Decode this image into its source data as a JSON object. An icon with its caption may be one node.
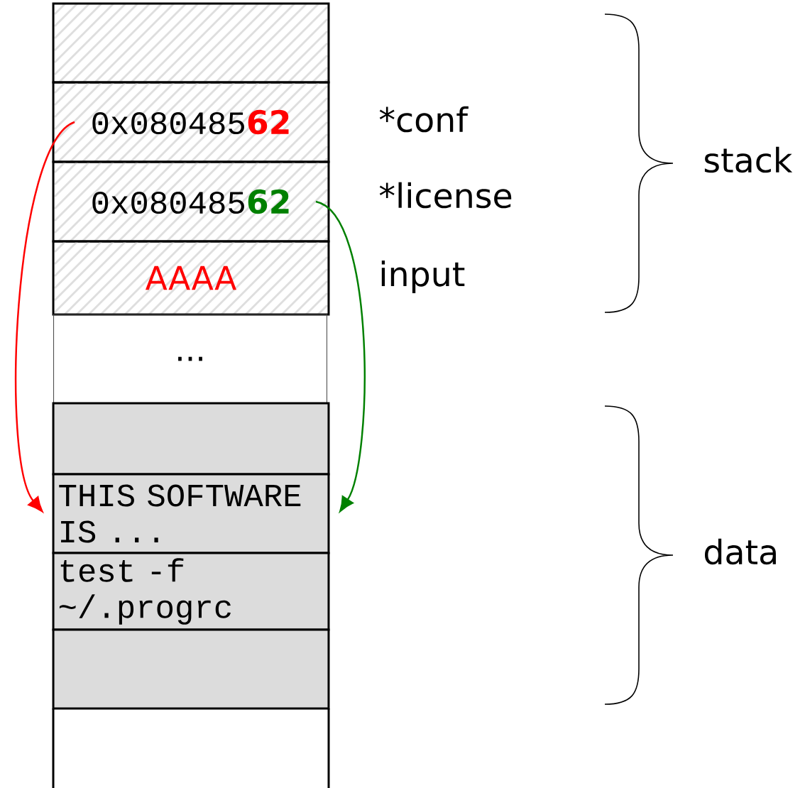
{
  "diagram": {
    "nodes": [
      {
        "text": [],
        "shape": "box"
      },
      {
        "text": [
          "0x080485",
          "62"
        ]
      },
      {
        "text": [
          "0x080485",
          "62"
        ]
      },
      {
        "text": [
          "AAAA"
        ]
      },
      {
        "text": [
          "..."
        ]
      },
      {
        "text": [],
        "shape": "box"
      },
      {
        "text": [
          "THIS SOFTWARE IS ..."
        ]
      },
      {
        "text": [
          "test -f ~/.progrc"
        ]
      },
      {
        "text": [],
        "shape": "box"
      },
      {
        "text": [],
        "shape": "box"
      }
    ],
    "edges": [
      {
        "from": 1,
        "to": 6,
        "arrow": "to",
        "color": "#ff0000"
      },
      {
        "from": 2,
        "to": 6,
        "arrow": "to",
        "color": "#008000"
      }
    ],
    "labels": [
      "*conf",
      "*license",
      "input",
      "stack",
      "data"
    ]
  }
}
